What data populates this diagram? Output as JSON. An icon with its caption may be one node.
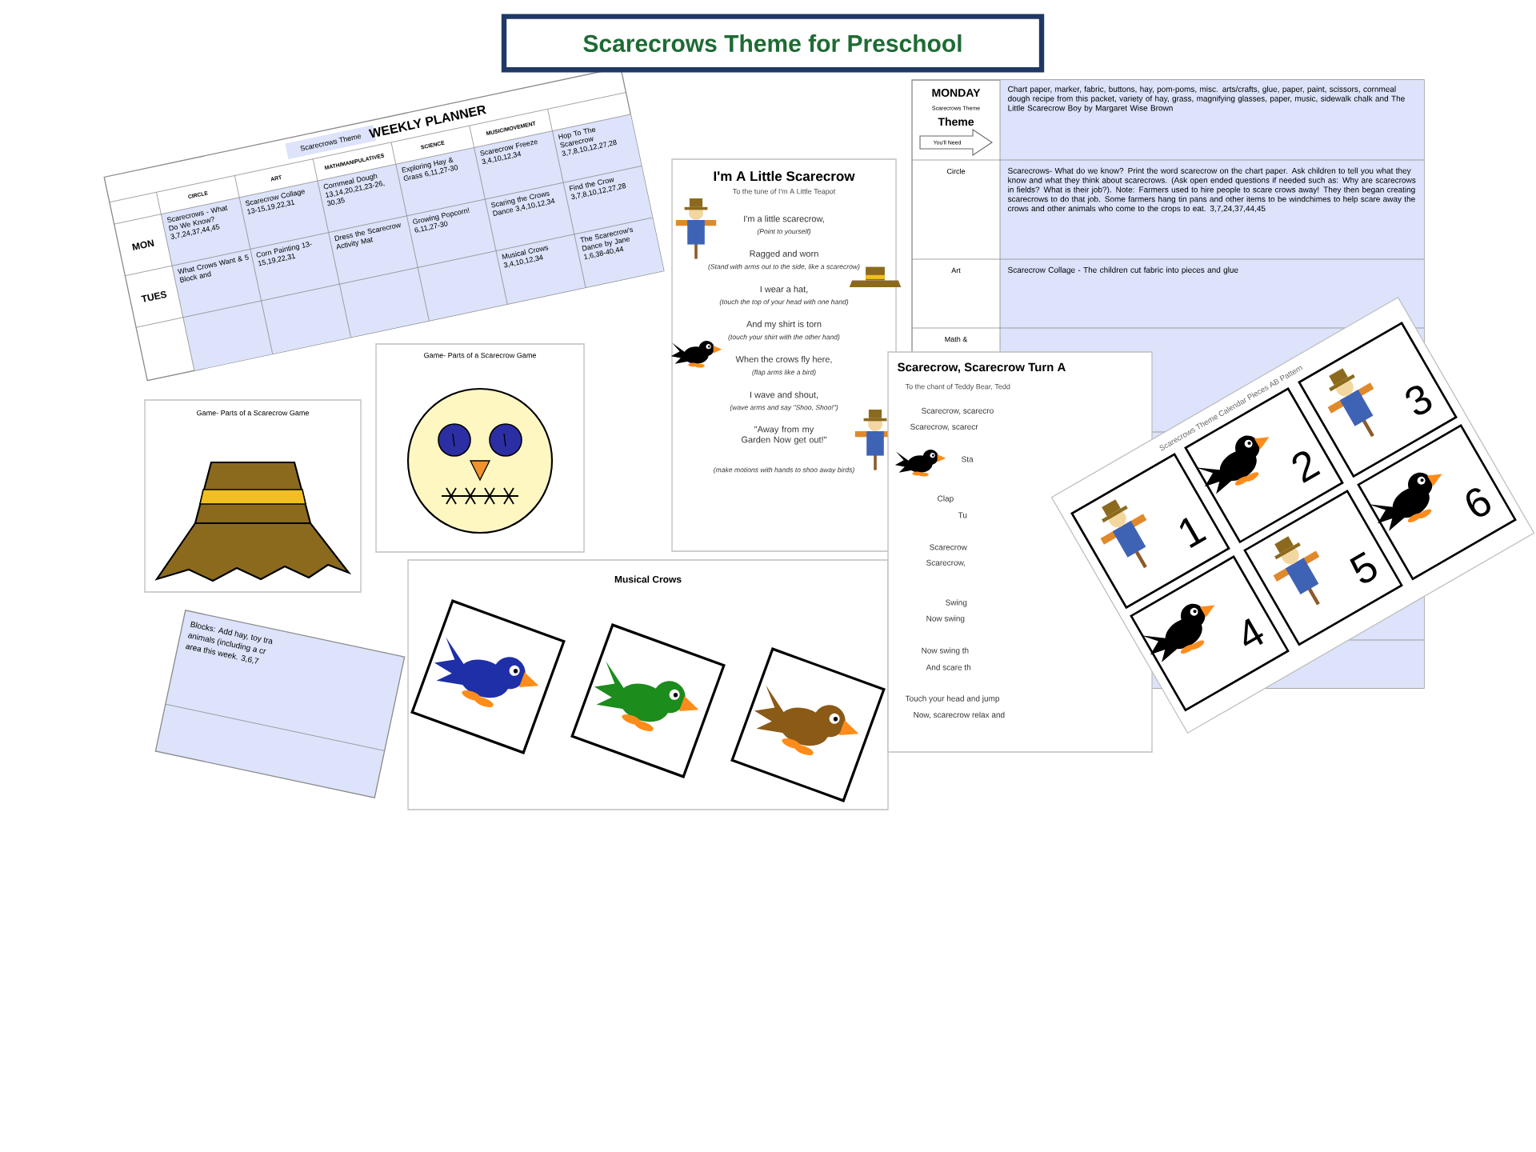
{
  "diagram": {
    "title": "Scarecrows Theme for Preschool",
    "nodes": [
      {
        "text": [
          "Scarecrows Theme",
          "WEEKLY PLANNER",
          "CIRCLE",
          "ART",
          "MATH/MANIPULATIVES",
          "SCIENCE",
          "MUSIC/MOVEMENT",
          "MON",
          "Scarecrows - What Do We Know? 3,7,24,37,44,45",
          "Scarecrow Collage 13-15,19,22,31",
          "Cornmeal Dough 13,14,20,21,23-26, 30,35",
          "Exploring Hay & Grass 6,11,27-30",
          "Scarecrow Freeze 3,4,10,12,34",
          "Hop To The Scarecrow 3,7,8,10,12,27,28",
          "TUES",
          "What Crows Want & 5 Block and",
          "Corn Painting 13-15,19,22,31",
          "Dress the Scarecrow Activity Mat",
          "Growing Popcorn! 6,11,27-30",
          "Scaring the Crows Dance 3,4,10,12,34",
          "Find the Crow 3,7,8,10,12,27,28",
          "Musical Crows 3,4,10,12,34",
          "The Scarecrow's Dance by Jane 1,6,38-40,44"
        ]
      },
      {
        "text": [
          "MONDAY",
          "Scarecrows Theme",
          "Theme",
          "You'll Need",
          "Chart paper, marker, fabric, buttons, hay, pom-poms, misc. arts/crafts, glue, paper, paint, scissors, cornmeal dough recipe from this packet, variety of hay, grass, magnifying glasses, paper, music, sidewalk chalk and The Little Scarecrow Boy by Margaret Wise Brown",
          "Circle",
          "Scarecrows- What do we know? Print the word scarecrow on the chart paper. Ask children to tell you what they know and what they think about scarecrows. (Ask open ended questions if needed such as: Why are scarecrows in fields? What is their job?). Note: Farmers used to hire people to scare crows away! They then began creating scarecrows to do that job. Some farmers hang tin pans and other items to be windchimes to help scare away the crows and other animals who come to the crops to eat. 3,7,24,37,44,45",
          "Art",
          "Scarecrow Collage - The children cut fabric into pieces and glue",
          "Math &"
        ]
      },
      {
        "text": [
          "Blocks: Add hay, toy tra",
          "animals (including a cr",
          "area this week. 3,6,7"
        ]
      },
      {
        "text": [
          "Game- Parts of a Scarecrow Game"
        ]
      },
      {
        "text": [
          "Game- Parts of a Scarecrow Game"
        ]
      },
      {
        "text": [
          "I'm A Little Scarecrow",
          "To the tune of I'm A Little Teapot",
          "I'm a little scarecrow,",
          "(Point to yourself)",
          "Ragged and worn",
          "(Stand with arms out to the side, like a scarecrow)",
          "I wear a hat,",
          "(touch the top of your head with one hand)",
          "And my shirt is torn",
          "(touch your shirt with the other hand)",
          "When the crows fly here,",
          "(flap arms like a bird)",
          "I wave and shout,",
          "(wave arms and say \"Shoo, Shoo!\")",
          "\"Away from my Garden Now get out!\"",
          "(make motions with hands to shoo away birds)"
        ]
      },
      {
        "text": [
          "Musical Crows"
        ]
      },
      {
        "text": [
          "Scarecrow, Scarecrow Turn A",
          "To the chant of Teddy Bear, Tedd",
          "Scarecrow, scarecro",
          "Scarecrow, scarecr",
          "Sta",
          "Clap",
          "Tu",
          "Scarecrow",
          "Scarecrow,",
          "Swing",
          "Now swing",
          "Now swing th",
          "And scare th",
          "Touch your head and jump",
          "Now, scarecrow relax and"
        ]
      },
      {
        "text": [
          "Scarecrows Theme Calendar Pieces AB Pattern",
          "1",
          "2",
          "3",
          "4",
          "5",
          "6"
        ]
      }
    ]
  }
}
